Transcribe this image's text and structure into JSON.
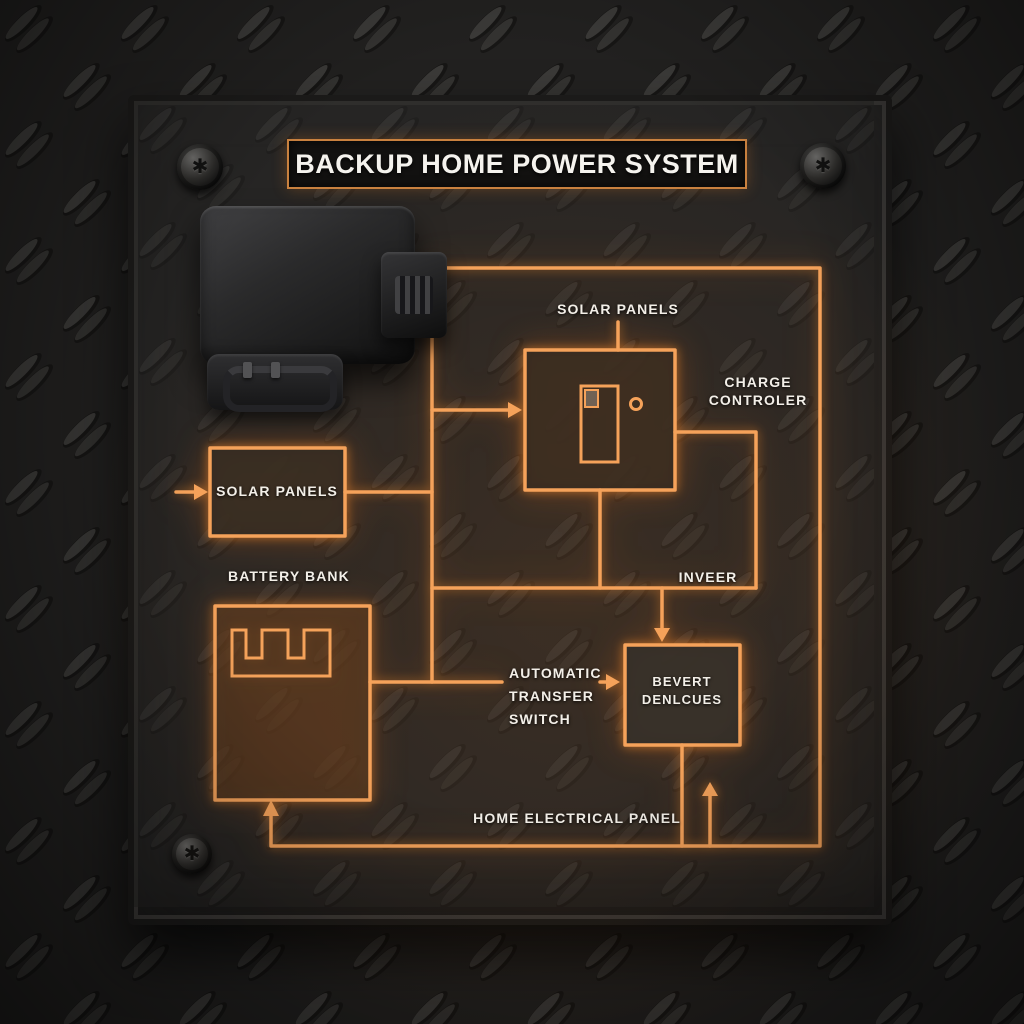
{
  "title": "BACKUP HOME POWER SYSTEM",
  "icons": {
    "screw": "✱"
  },
  "labels": {
    "solar_top": "SOLAR PANELS",
    "charge_l1": "CHARGE",
    "charge_l2": "CONTROLER",
    "solar_box": "SOLAR PANELS",
    "battery": "BATTERY BANK",
    "ats_l1": "AUTOMATIC",
    "ats_l2": "TRANSFER",
    "ats_l3": "SWITCH",
    "inverter_tag": "INVEER",
    "inverter_l1": "BEVERT",
    "inverter_l2": "DENLCUES",
    "home_panel": "HOME ELECTRICAL PANEL"
  },
  "colors": {
    "wire": "#f5a25a",
    "glow": "#ff8c28",
    "label_text": "#f3efe8",
    "panel": "#262524",
    "background": "#1d1c1b",
    "title_border": "#c9813f"
  },
  "diagram": {
    "nodes": [
      {
        "id": "solar-panels-source",
        "label": "SOLAR PANELS",
        "type": "label"
      },
      {
        "id": "charge-controller",
        "label": "CHARGE CONTROLER",
        "type": "box-with-device-icon"
      },
      {
        "id": "solar-panels",
        "label": "SOLAR PANELS",
        "type": "box"
      },
      {
        "id": "battery-bank",
        "label": "BATTERY BANK",
        "type": "box-with-battery-icon"
      },
      {
        "id": "automatic-transfer-switch",
        "label": "AUTOMATIC TRANSFER SWITCH",
        "type": "label"
      },
      {
        "id": "inverter",
        "label": "INVEER / BEVERT DENLCUES",
        "type": "box"
      },
      {
        "id": "home-electrical-panel",
        "label": "HOME ELECTRICAL PANEL",
        "type": "label"
      }
    ],
    "edges": [
      "solar-panels-source → charge-controller",
      "panel-left-edge → solar-panels",
      "solar-panels → bus",
      "charge-controller → right-bus → mid-bus",
      "mid-bus → inverter",
      "battery-bank → automatic-transfer-switch → inverter",
      "inverter → bottom-bus",
      "bottom-bus → battery-bank",
      "bottom-bus → inverter (home electrical panel feed)"
    ]
  }
}
